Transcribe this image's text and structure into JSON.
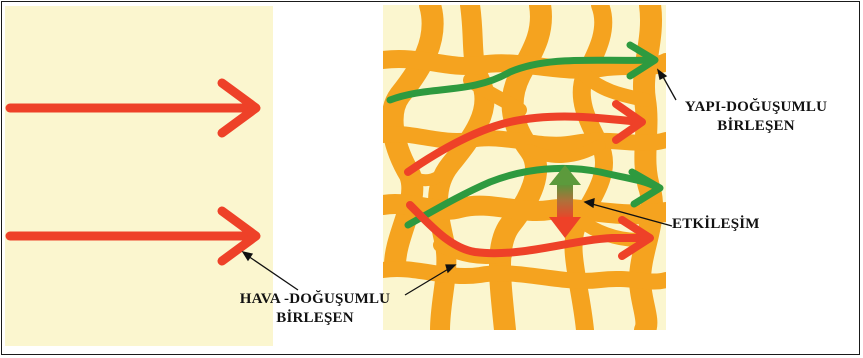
{
  "labels": {
    "structure_borne_line1": "YAPI-DOĞUŞUMLU",
    "structure_borne_line2": "BİRLEŞEN",
    "interaction": "ETKİLEŞİM",
    "airborne_line1": "HAVA -DOĞUŞUMLU",
    "airborne_line2": "BİRLEŞEN"
  },
  "colors": {
    "panel_background": "#fbf6cf",
    "porous_structure": "#f5a31f",
    "airborne_arrow": "#ee4128",
    "structure_arrow": "#2e9a3f",
    "interaction_arrow_top": "#5c9a3c",
    "interaction_arrow_bottom": "#ee4128"
  }
}
